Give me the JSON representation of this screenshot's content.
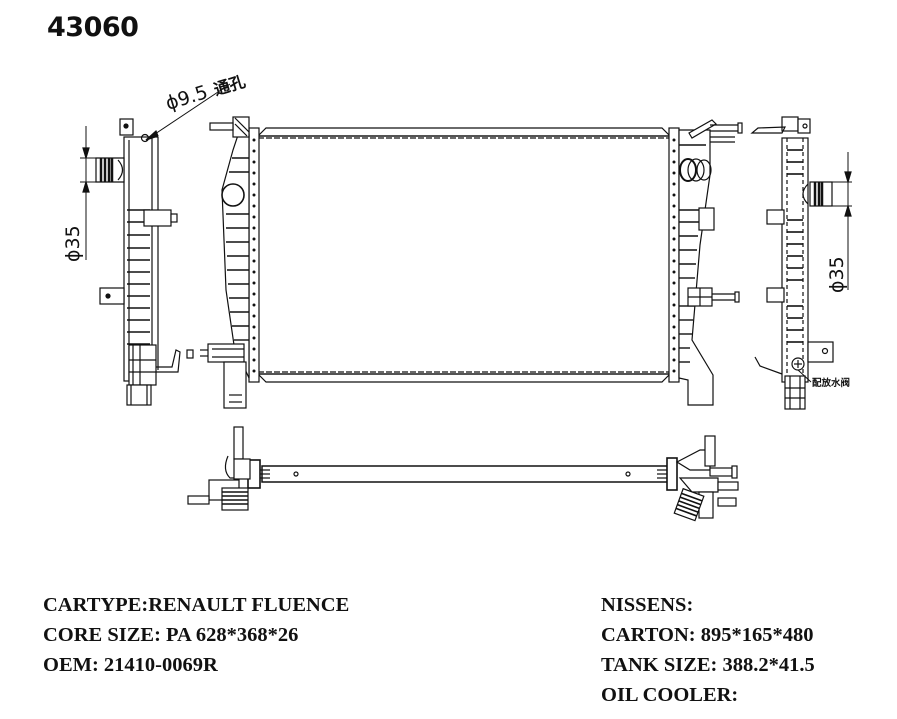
{
  "part_number": "43060",
  "annotations": {
    "vent_hole_dim": "ϕ9.5",
    "vent_hole_label": "通孔",
    "left_pipe_dim": "ϕ35",
    "right_pipe_dim": "ϕ35",
    "drain_valve_label": "配放水阀"
  },
  "views": {
    "left_side": "left-side-view",
    "front": "front-view",
    "right_side": "right-side-view",
    "bottom": "bottom-view"
  },
  "specs_left": [
    {
      "label": "CARTYPE:",
      "value": "RENAULT FLUENCE"
    },
    {
      "label": "CORE SIZE: ",
      "value": "PA 628*368*26"
    },
    {
      "label": "OEM: ",
      "value": "21410-0069R"
    }
  ],
  "specs_right": [
    {
      "label": "NISSENS:",
      "value": ""
    },
    {
      "label": "CARTON: ",
      "value": "895*165*480"
    },
    {
      "label": "TANK SIZE: ",
      "value": "388.2*41.5"
    },
    {
      "label": "OIL COOLER:",
      "value": ""
    }
  ],
  "colors": {
    "line": "#111111",
    "background": "#ffffff"
  }
}
